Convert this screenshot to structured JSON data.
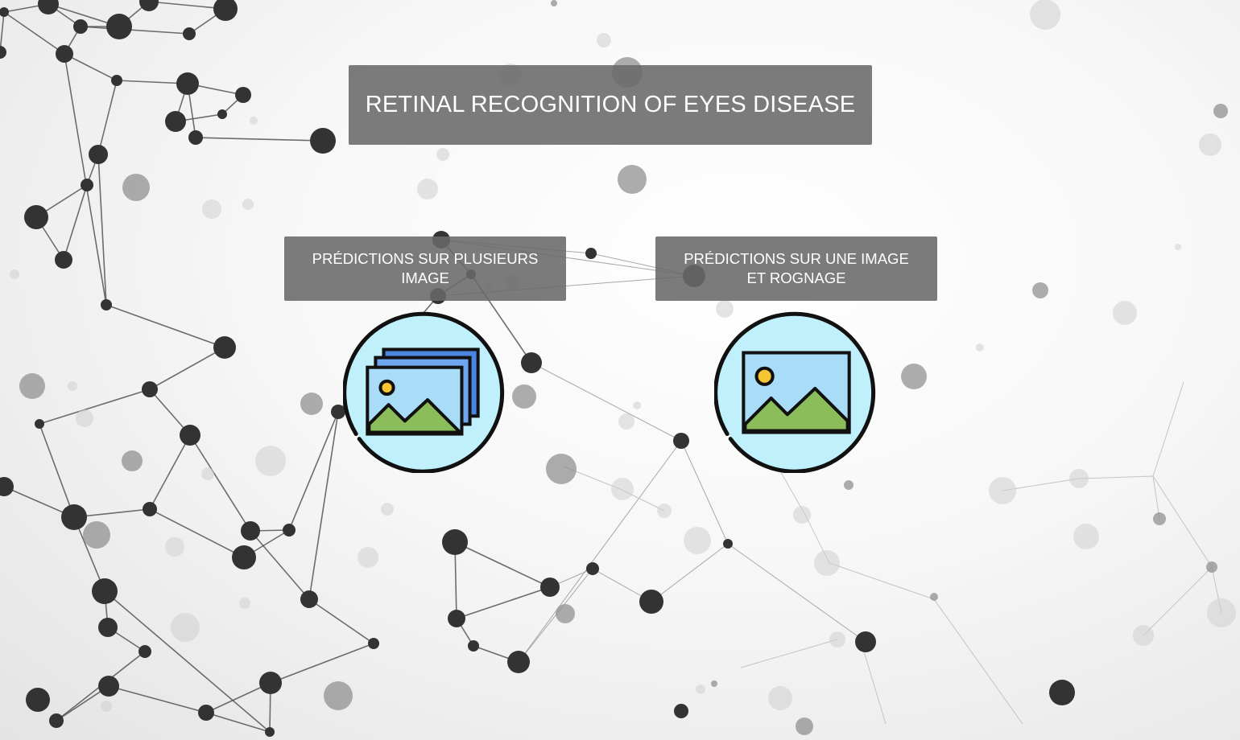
{
  "page": {
    "title": "RETINAL RECOGNITION OF EYES DISEASE"
  },
  "options": [
    {
      "label": "PRÉDICTIONS SUR PLUSIEURS IMAGE",
      "icon": "multiple-images-icon"
    },
    {
      "label_line1": "PRÉDICTIONS SUR UNE IMAGE",
      "label_line2": "ET ROGNAGE",
      "icon": "single-image-icon"
    }
  ],
  "colors": {
    "panel": "#696969",
    "panel_text": "#ffffff",
    "icon_circle": "#bff0fb",
    "icon_sky": "#a9dcf6",
    "icon_mountain": "#8bbd5a",
    "icon_sun": "#f7c531",
    "icon_stack": "#4a86e0",
    "network_node": "#333333"
  }
}
